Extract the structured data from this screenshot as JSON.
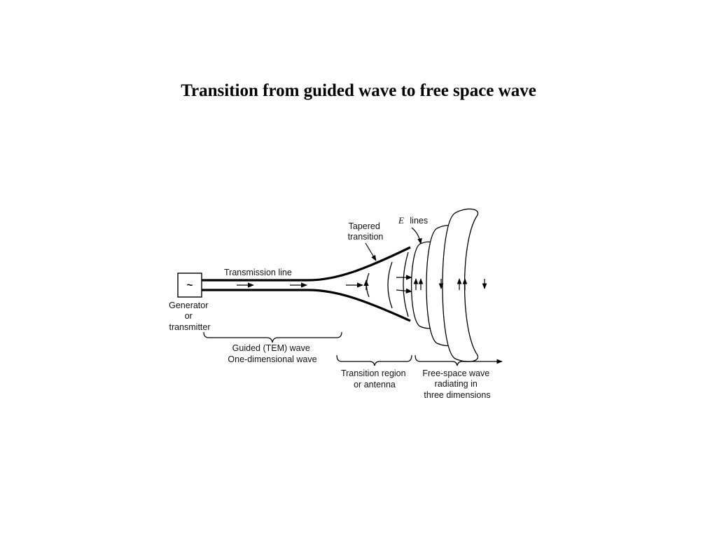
{
  "title": "Transition from guided wave to free space wave",
  "diagram": {
    "generator_symbol": "~",
    "generator_label": [
      "Generator",
      "or",
      "transmitter"
    ],
    "transmission_line_label": "Transmission line",
    "tapered_transition_label": [
      "Tapered",
      "transition"
    ],
    "e_lines_label": {
      "symbol": "E",
      "text": "lines"
    },
    "guided_wave_label": [
      "Guided (TEM) wave",
      "One-dimensional wave"
    ],
    "transition_region_label": [
      "Transition region",
      "or antenna"
    ],
    "free_space_label": [
      "Free-space wave",
      "radiating in",
      "three dimensions"
    ]
  }
}
